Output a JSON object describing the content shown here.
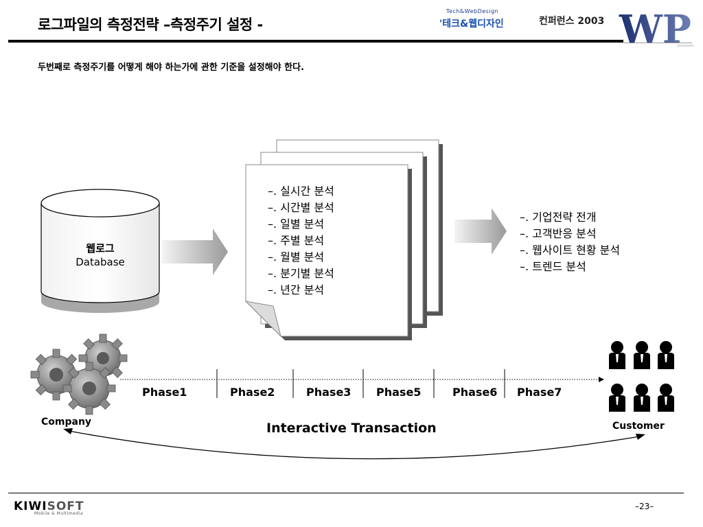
{
  "header": {
    "title": "로그파일의 측정전략 –측정주기 설정 -",
    "conference_small": "Tech&WebDesign",
    "conference_main": "'테크&웹디자인",
    "conference_rest": "컨퍼런스 2003",
    "logo_text": "WP"
  },
  "subtitle": "두번째로 측정주기를 어떻게 해야 하는가에 관한 기준을 설정해야 한다.",
  "database": {
    "line1": "웹로그",
    "line2": "Database"
  },
  "analysis_items": [
    "–. 실시간 분석",
    "–. 시간별 분석",
    "–. 일별 분석",
    "–. 주별 분석",
    "–. 월별 분석",
    "–. 분기별 분석",
    "–. 년간 분석"
  ],
  "strategy_items": [
    "–. 기업전략 전개",
    "–. 고객반응 분석",
    "–. 웹사이트 현황 분석",
    "–. 트렌드 분석"
  ],
  "phases": [
    "Phase1",
    "Phase2",
    "Phase3",
    "Phase5",
    "Phase6",
    "Phase7"
  ],
  "labels": {
    "company": "Company",
    "customer": "Customer",
    "transaction": "Interactive Transaction"
  },
  "footer": {
    "brand_a": "KIWI",
    "brand_b": "SOFT",
    "tagline": "Mobile & Multimedia",
    "page": "–23–"
  },
  "colors": {
    "arrow_light": "#f0f0f0",
    "arrow_dark": "#9a9a9a",
    "gear": "#8a8a8a",
    "person": "#000000"
  }
}
